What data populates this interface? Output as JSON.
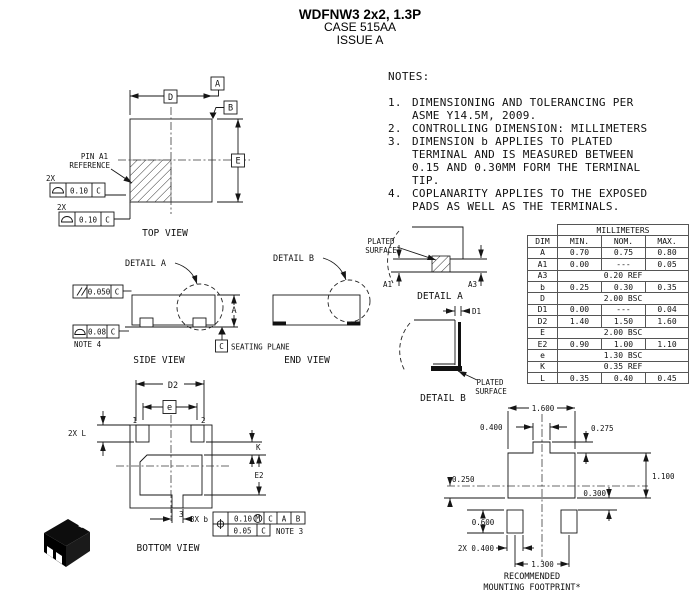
{
  "title": {
    "line1": "WDFNW3 2x2, 1.3P",
    "line2": "CASE 515AA",
    "line3": "ISSUE A"
  },
  "notes": {
    "heading": "NOTES:",
    "items": [
      {
        "num": "1.",
        "text": "DIMENSIONING AND TOLERANCING PER\nASME Y14.5M, 2009."
      },
      {
        "num": "2.",
        "text": "CONTROLLING DIMENSION: MILLIMETERS"
      },
      {
        "num": "3.",
        "text": "DIMENSION b APPLIES TO PLATED\nTERMINAL AND IS MEASURED BETWEEN\n0.15 AND 0.30MM FORM THE TERMINAL\nTIP."
      },
      {
        "num": "4.",
        "text": "COPLANARITY APPLIES TO THE EXPOSED\nPADS AS WELL AS THE TERMINALS."
      }
    ]
  },
  "dim_table": {
    "unit_header": "MILLIMETERS",
    "col_headers": [
      "DIM",
      "MIN.",
      "NOM.",
      "MAX."
    ],
    "rows": [
      {
        "dim": "A",
        "min": "0.70",
        "nom": "0.75",
        "max": "0.80"
      },
      {
        "dim": "A1",
        "min": "0.00",
        "nom": "---",
        "max": "0.05"
      },
      {
        "dim": "A3",
        "span": "0.20 REF"
      },
      {
        "dim": "b",
        "min": "0.25",
        "nom": "0.30",
        "max": "0.35"
      },
      {
        "dim": "D",
        "span": "2.00 BSC"
      },
      {
        "dim": "D1",
        "min": "0.00",
        "nom": "---",
        "max": "0.04"
      },
      {
        "dim": "D2",
        "min": "1.40",
        "nom": "1.50",
        "max": "1.60"
      },
      {
        "dim": "E",
        "span": "2.00 BSC"
      },
      {
        "dim": "E2",
        "min": "0.90",
        "nom": "1.00",
        "max": "1.10"
      },
      {
        "dim": "e",
        "span": "1.30 BSC"
      },
      {
        "dim": "K",
        "span": "0.35 REF"
      },
      {
        "dim": "L",
        "min": "0.35",
        "nom": "0.40",
        "max": "0.45"
      }
    ]
  },
  "gdt_symbols": {
    "profile_of_surface": "⌓",
    "parallelism": "//",
    "true_position": "⌖",
    "material_modifier": "Ⓜ"
  },
  "top_view": {
    "caption": "TOP VIEW",
    "dim_d": "D",
    "dim_e": "E",
    "datum_a": "A",
    "datum_b": "B",
    "pin_ref_line1": "PIN A1",
    "pin_ref_line2": "REFERENCE",
    "qty1": "2X",
    "fcf1_tol": "0.10",
    "fcf1_datum": "C",
    "qty2": "2X",
    "fcf2_tol": "0.10",
    "fcf2_datum": "C"
  },
  "side_view": {
    "caption": "SIDE VIEW",
    "detail_a_label": "DETAIL A",
    "dim_a": "A",
    "fcf_par_tol": "0.050",
    "fcf_par_datum": "C",
    "fcf_prof_tol": "0.08",
    "fcf_prof_datum": "C",
    "note4": "NOTE 4",
    "seating_datum": "C",
    "seating_label": "SEATING PLANE"
  },
  "end_view": {
    "caption": "END VIEW",
    "detail_b_label": "DETAIL B"
  },
  "detail_a": {
    "caption": "DETAIL A",
    "plated_line1": "PLATED",
    "plated_line2": "SURFACE",
    "dim_a1": "A1",
    "dim_a3": "A3"
  },
  "detail_b": {
    "caption": "DETAIL B",
    "plated_line1": "PLATED",
    "plated_line2": "SURFACE",
    "dim_d1": "D1"
  },
  "bottom_view": {
    "caption": "BOTTOM VIEW",
    "dim_d2": "D2",
    "dim_e_pitch": "e",
    "qty_l": "2X L",
    "pin1": "1",
    "pin2": "2",
    "pin3": "3",
    "dim_k": "K",
    "dim_e2": "E2",
    "qty_b": "3X b",
    "fcf_pos_tol": "0.10",
    "fcf_pos_mod": "M",
    "fcf_pos_d1": "C",
    "fcf_pos_d2": "A",
    "fcf_pos_d3": "B",
    "fcf_pos2_tol": "0.05",
    "fcf_pos2_datum": "C",
    "note3": "NOTE 3"
  },
  "footprint": {
    "caption_line1": "RECOMMENDED",
    "caption_line2": "MOUNTING FOOTPRINT*",
    "dims": {
      "width": "1.600",
      "tab_width": "0.400",
      "tab_height": "0.275",
      "left_offset": "0.250",
      "height": "1.100",
      "gap": "0.300",
      "pad_height": "0.600",
      "pad_width": "2X 0.400",
      "pitch": "1.300"
    }
  },
  "line_color": "#161616"
}
